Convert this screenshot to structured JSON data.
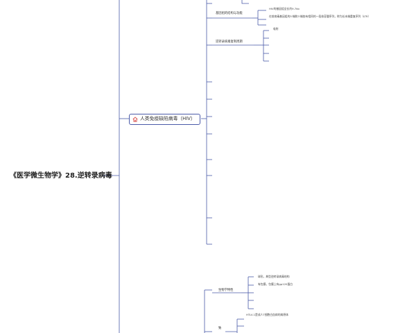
{
  "root": {
    "title": "《医学微生物学》28.逆转录病毒"
  },
  "hiv": {
    "title": "人类免疫缺陷病毒（HIV）",
    "icon": "home-icon",
    "icon_color": "#d9534f",
    "children": [
      {
        "label": "基因组的结构与功能",
        "children": [
          "HIV的基因组全长约9.7kb",
          "在前病毒基因组的5'端和3'端各有相同的一段核苷酸序列，称为长末端重复序列（LTR）"
        ]
      },
      {
        "label": "逆转录病毒复制周期",
        "children": [
          "吸附"
        ]
      }
    ]
  },
  "htlv": {
    "children": [
      {
        "label": "生物学特性",
        "children": [
          "球形，典型逆转录病毒结构",
          "有包膜，包膜上有gp120蛋白"
        ]
      },
      {
        "label": "致",
        "children": [
          "HTLV-1是成人T细胞白血病的病原体"
        ]
      }
    ]
  },
  "colors": {
    "line": "#4a5aa8",
    "node_border": "#4a5aa8",
    "root_text": "#222222"
  }
}
